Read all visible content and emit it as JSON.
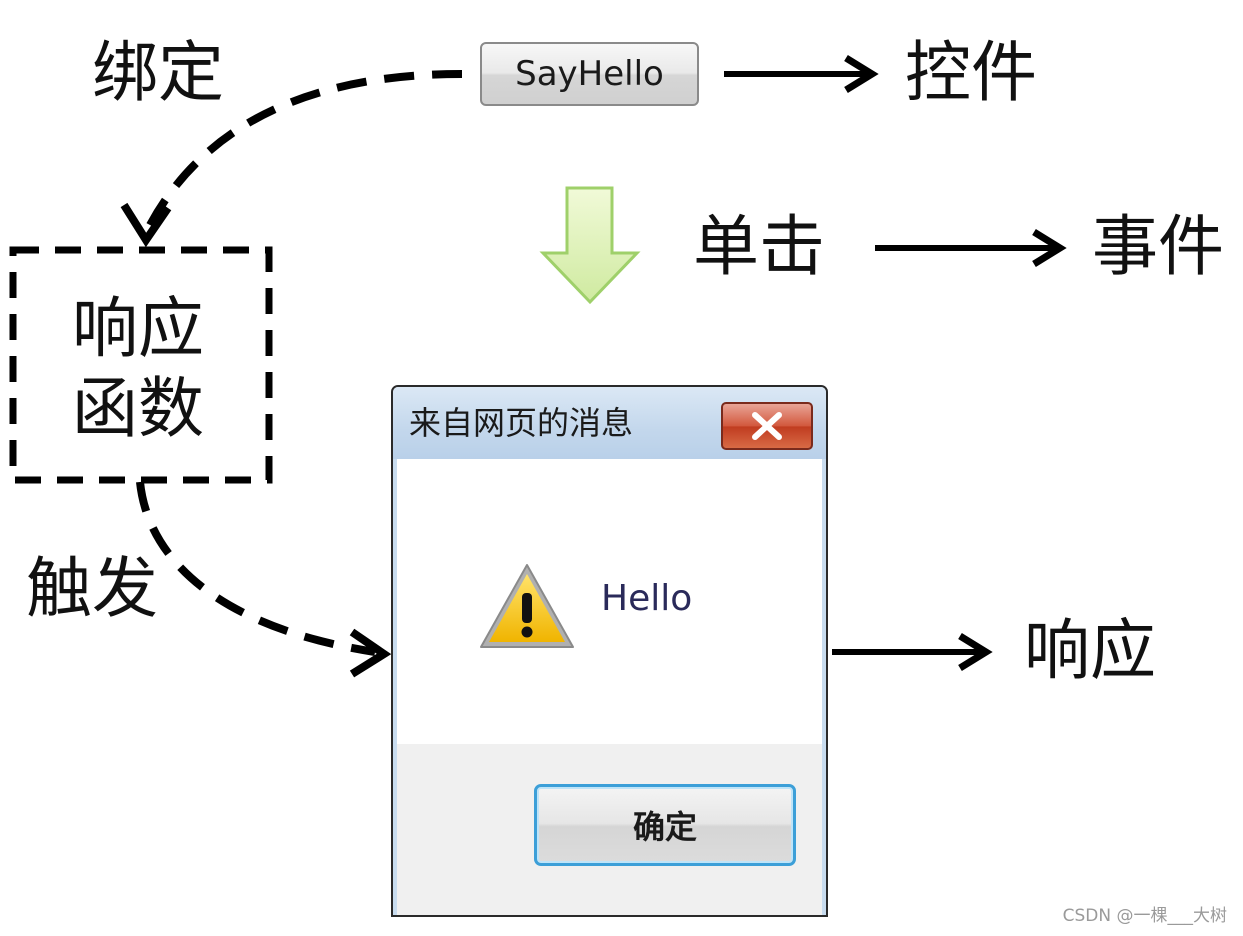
{
  "labels": {
    "bind": "绑定",
    "control": "控件",
    "click": "单击",
    "event": "事件",
    "response_function_line1": "响应",
    "response_function_line2": "函数",
    "trigger": "触发",
    "response": "响应"
  },
  "control_button": {
    "label": "SayHello"
  },
  "dialog": {
    "title": "来自网页的消息",
    "close_icon": "close-x-icon",
    "message": "Hello",
    "message_icon": "warning-icon",
    "ok_label": "确定"
  },
  "watermark": "CSDN @一棵___大树",
  "colors": {
    "arrow": "#000000",
    "down_arrow_fill": "#dff3b0",
    "down_arrow_stroke": "#9fd06a",
    "dialog_titlebar": "#c3d7ec",
    "close_button": "#c8452a",
    "warning_yellow": "#f5c400",
    "ok_button_border": "#3c9fd8"
  }
}
